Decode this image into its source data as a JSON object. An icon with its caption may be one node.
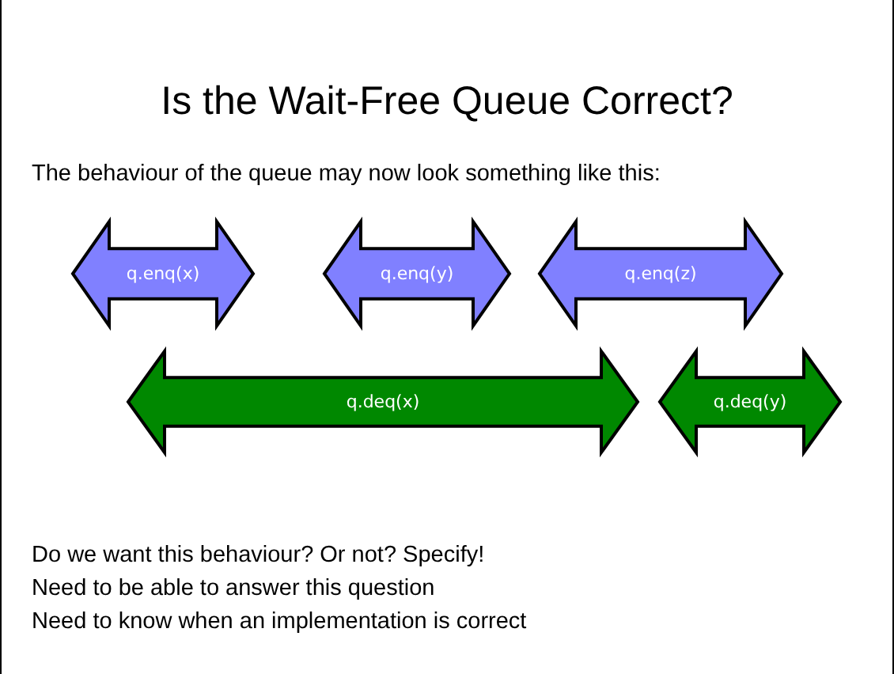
{
  "diagram": {
    "title": "Is the Wait-Free Queue Correct?",
    "nodes": [
      {
        "text": [
          "q.enq(x)"
        ]
      },
      {
        "text": [
          "q.enq(y)"
        ]
      },
      {
        "text": [
          "q.enq(z)"
        ]
      },
      {
        "text": [
          "q.deq(x)"
        ]
      },
      {
        "text": [
          "q.deq(y)"
        ]
      }
    ],
    "labels": [
      "The behaviour of the queue may now look something like this:",
      "Do we want this behaviour? Or not? Specify!",
      "Need to be able to answer this question",
      "Need to know when an implementation is correct"
    ]
  }
}
